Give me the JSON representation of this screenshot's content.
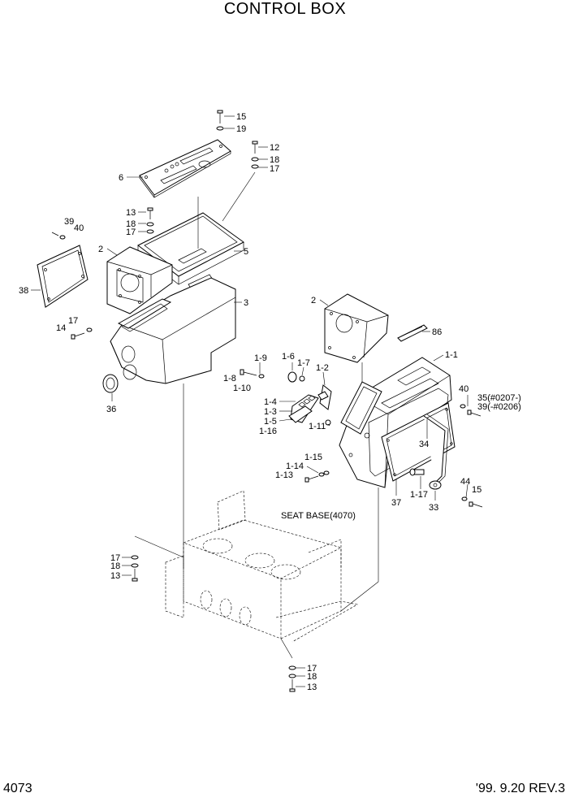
{
  "title": "CONTROL BOX",
  "footer": {
    "page_number": "4073",
    "revision": "'99. 9.20 REV.3"
  },
  "callouts": {
    "c15a": "15",
    "c19": "19",
    "c12": "12",
    "c18a": "18",
    "c17a": "17",
    "c6": "6",
    "c13a": "13",
    "c18b": "18",
    "c17b": "17",
    "c39": "39",
    "c40a": "40",
    "c2a": "2",
    "c5": "5",
    "c3": "3",
    "c38": "38",
    "c17c": "17",
    "c14": "14",
    "c36": "36",
    "c2b": "2",
    "c86": "86",
    "c1_1": "1-1",
    "c1_9": "1-9",
    "c1_6": "1-6",
    "c1_7": "1-7",
    "c1_2": "1-2",
    "c1_8": "1-8",
    "c1_10": "1-10",
    "c1_4": "1-4",
    "c1_3": "1-3",
    "c1_5": "1-5",
    "c1_16": "1-16",
    "c1_11": "1-11",
    "c40b": "40",
    "c35": "35(#0207-)",
    "c39b": "39(-#0206)",
    "c34": "34",
    "c1_15": "1-15",
    "c1_14": "1-14",
    "c1_13": "1-13",
    "c44": "44",
    "c15b": "15",
    "c37": "37",
    "c1_17": "1-17",
    "c33": "33",
    "seat_base": "SEAT BASE(4070)",
    "c17d": "17",
    "c18c": "18",
    "c13b": "13",
    "c17e": "17",
    "c18d": "18",
    "c13c": "13"
  }
}
